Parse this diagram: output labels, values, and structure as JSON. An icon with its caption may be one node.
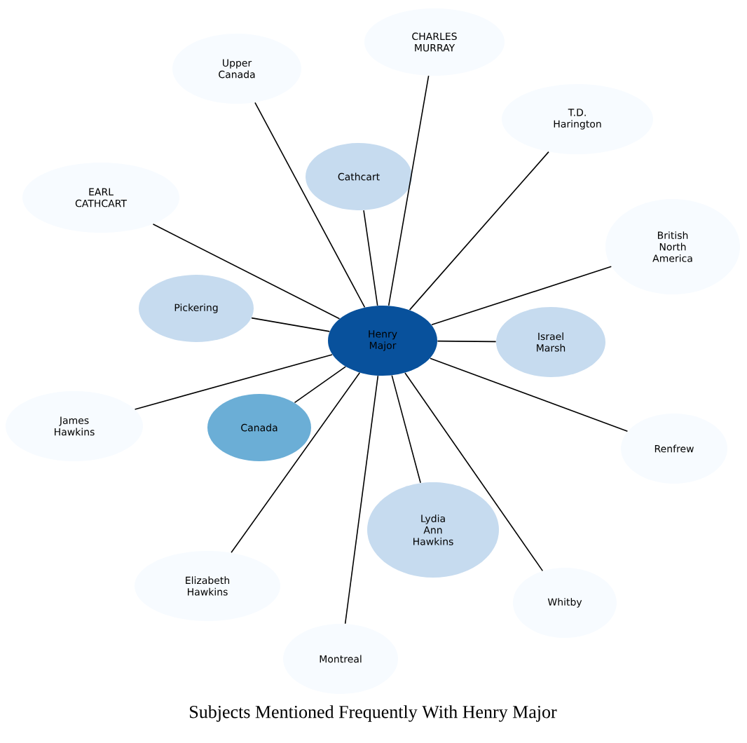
{
  "diagram": {
    "title": "Subjects Mentioned Frequently With Henry Major",
    "nodes": [
      {
        "text": [
          "CHARLES MURRAY"
        ]
      },
      {
        "text": [
          "Upper Canada"
        ]
      },
      {
        "text": [
          "T.D. Harington"
        ]
      },
      {
        "text": [
          "Cathcart"
        ]
      },
      {
        "text": [
          "EARL CATHCART"
        ]
      },
      {
        "text": [
          "British North America"
        ]
      },
      {
        "text": [
          "Pickering"
        ]
      },
      {
        "text": [
          "Henry Major"
        ]
      },
      {
        "text": [
          "Israel Marsh"
        ]
      },
      {
        "text": [
          "James Hawkins"
        ]
      },
      {
        "text": [
          "Canada"
        ]
      },
      {
        "text": [
          "Renfrew"
        ]
      },
      {
        "text": [
          "Lydia Ann Hawkins"
        ]
      },
      {
        "text": [
          "Elizabeth Hawkins"
        ]
      },
      {
        "text": [
          "Whitby"
        ]
      },
      {
        "text": [
          "Montreal"
        ]
      }
    ],
    "edges": [
      {
        "from": 7,
        "to": 0,
        "arrow": "none"
      },
      {
        "from": 7,
        "to": 1,
        "arrow": "none"
      },
      {
        "from": 7,
        "to": 2,
        "arrow": "none"
      },
      {
        "from": 7,
        "to": 3,
        "arrow": "none"
      },
      {
        "from": 7,
        "to": 4,
        "arrow": "none"
      },
      {
        "from": 7,
        "to": 5,
        "arrow": "none"
      },
      {
        "from": 7,
        "to": 6,
        "arrow": "none"
      },
      {
        "from": 7,
        "to": 8,
        "arrow": "none"
      },
      {
        "from": 7,
        "to": 9,
        "arrow": "none"
      },
      {
        "from": 7,
        "to": 10,
        "arrow": "none"
      },
      {
        "from": 7,
        "to": 11,
        "arrow": "none"
      },
      {
        "from": 7,
        "to": 12,
        "arrow": "none"
      },
      {
        "from": 7,
        "to": 13,
        "arrow": "none"
      },
      {
        "from": 7,
        "to": 14,
        "arrow": "none"
      },
      {
        "from": 7,
        "to": 15,
        "arrow": "none"
      }
    ]
  }
}
